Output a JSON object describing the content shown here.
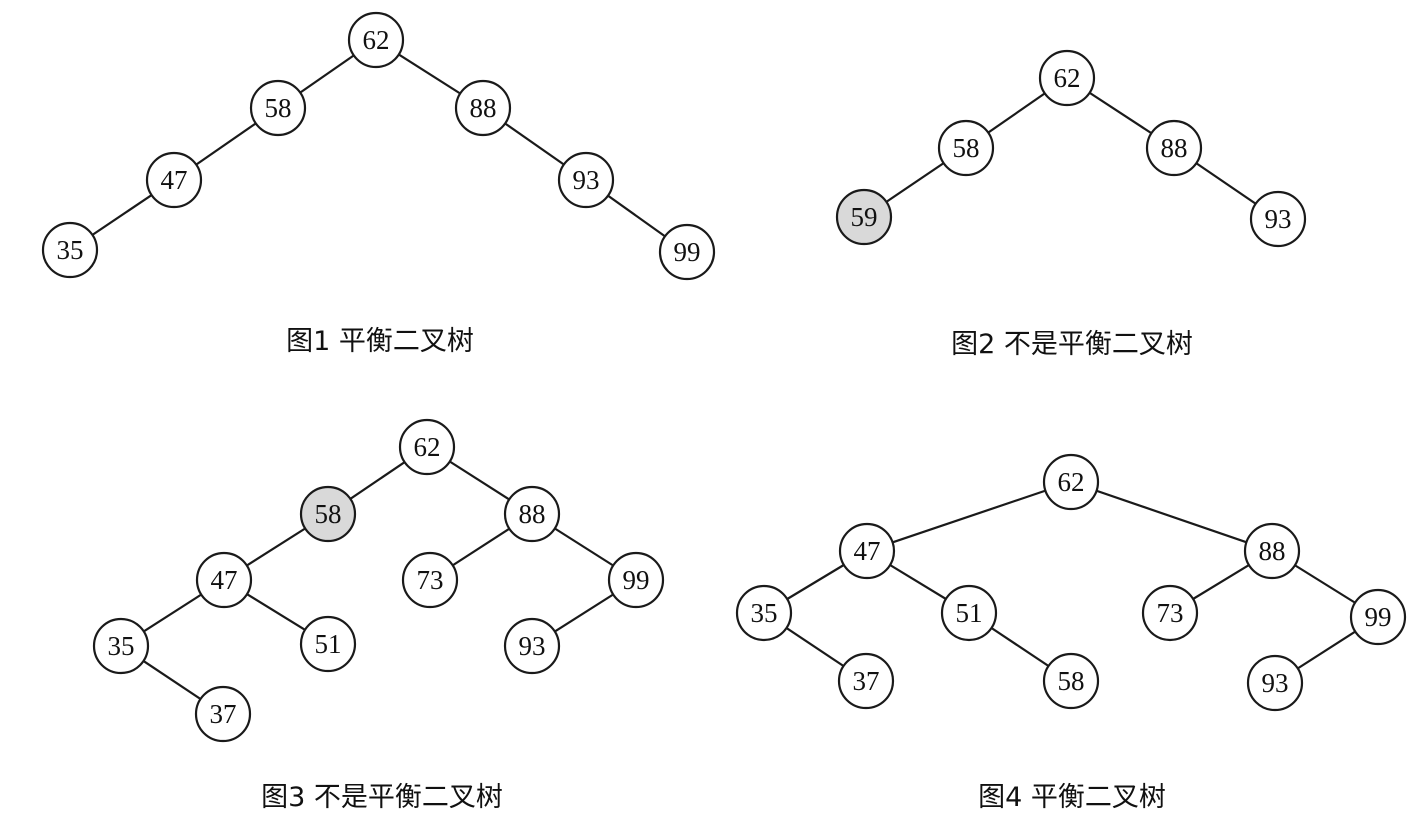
{
  "colors": {
    "node_fill": "#ffffff",
    "highlight_fill": "#d9d9d9",
    "stroke": "#1a1a1a"
  },
  "figures": [
    {
      "caption": "图1 平衡二叉树",
      "nodes": [
        {
          "id": "f1n62",
          "label": "62",
          "highlight": false
        },
        {
          "id": "f1n58",
          "label": "58",
          "highlight": false
        },
        {
          "id": "f1n88",
          "label": "88",
          "highlight": false
        },
        {
          "id": "f1n47",
          "label": "47",
          "highlight": false
        },
        {
          "id": "f1n93",
          "label": "93",
          "highlight": false
        },
        {
          "id": "f1n35",
          "label": "35",
          "highlight": false
        },
        {
          "id": "f1n99",
          "label": "99",
          "highlight": false
        }
      ],
      "edges": [
        [
          "f1n62",
          "f1n58"
        ],
        [
          "f1n62",
          "f1n88"
        ],
        [
          "f1n58",
          "f1n47"
        ],
        [
          "f1n47",
          "f1n35"
        ],
        [
          "f1n88",
          "f1n93"
        ],
        [
          "f1n93",
          "f1n99"
        ]
      ]
    },
    {
      "caption": "图2 不是平衡二叉树",
      "nodes": [
        {
          "id": "f2n62",
          "label": "62",
          "highlight": false
        },
        {
          "id": "f2n58",
          "label": "58",
          "highlight": false
        },
        {
          "id": "f2n88",
          "label": "88",
          "highlight": false
        },
        {
          "id": "f2n59",
          "label": "59",
          "highlight": true
        },
        {
          "id": "f2n93",
          "label": "93",
          "highlight": false
        }
      ],
      "edges": [
        [
          "f2n62",
          "f2n58"
        ],
        [
          "f2n62",
          "f2n88"
        ],
        [
          "f2n58",
          "f2n59"
        ],
        [
          "f2n88",
          "f2n93"
        ]
      ]
    },
    {
      "caption": "图3 不是平衡二叉树",
      "nodes": [
        {
          "id": "f3n62",
          "label": "62",
          "highlight": false
        },
        {
          "id": "f3n58",
          "label": "58",
          "highlight": true
        },
        {
          "id": "f3n88",
          "label": "88",
          "highlight": false
        },
        {
          "id": "f3n47",
          "label": "47",
          "highlight": false
        },
        {
          "id": "f3n73",
          "label": "73",
          "highlight": false
        },
        {
          "id": "f3n99",
          "label": "99",
          "highlight": false
        },
        {
          "id": "f3n35",
          "label": "35",
          "highlight": false
        },
        {
          "id": "f3n51",
          "label": "51",
          "highlight": false
        },
        {
          "id": "f3n93",
          "label": "93",
          "highlight": false
        },
        {
          "id": "f3n37",
          "label": "37",
          "highlight": false
        }
      ],
      "edges": [
        [
          "f3n62",
          "f3n58"
        ],
        [
          "f3n62",
          "f3n88"
        ],
        [
          "f3n58",
          "f3n47"
        ],
        [
          "f3n47",
          "f3n35"
        ],
        [
          "f3n47",
          "f3n51"
        ],
        [
          "f3n35",
          "f3n37"
        ],
        [
          "f3n88",
          "f3n73"
        ],
        [
          "f3n88",
          "f3n99"
        ],
        [
          "f3n99",
          "f3n93"
        ]
      ]
    },
    {
      "caption": "图4 平衡二叉树",
      "nodes": [
        {
          "id": "f4n62",
          "label": "62",
          "highlight": false
        },
        {
          "id": "f4n47",
          "label": "47",
          "highlight": false
        },
        {
          "id": "f4n88",
          "label": "88",
          "highlight": false
        },
        {
          "id": "f4n35",
          "label": "35",
          "highlight": false
        },
        {
          "id": "f4n51",
          "label": "51",
          "highlight": false
        },
        {
          "id": "f4n73",
          "label": "73",
          "highlight": false
        },
        {
          "id": "f4n99",
          "label": "99",
          "highlight": false
        },
        {
          "id": "f4n37",
          "label": "37",
          "highlight": false
        },
        {
          "id": "f4n58",
          "label": "58",
          "highlight": false
        },
        {
          "id": "f4n93",
          "label": "93",
          "highlight": false
        }
      ],
      "edges": [
        [
          "f4n62",
          "f4n47"
        ],
        [
          "f4n62",
          "f4n88"
        ],
        [
          "f4n47",
          "f4n35"
        ],
        [
          "f4n47",
          "f4n51"
        ],
        [
          "f4n35",
          "f4n37"
        ],
        [
          "f4n51",
          "f4n58"
        ],
        [
          "f4n88",
          "f4n73"
        ],
        [
          "f4n88",
          "f4n99"
        ],
        [
          "f4n99",
          "f4n93"
        ]
      ]
    }
  ]
}
